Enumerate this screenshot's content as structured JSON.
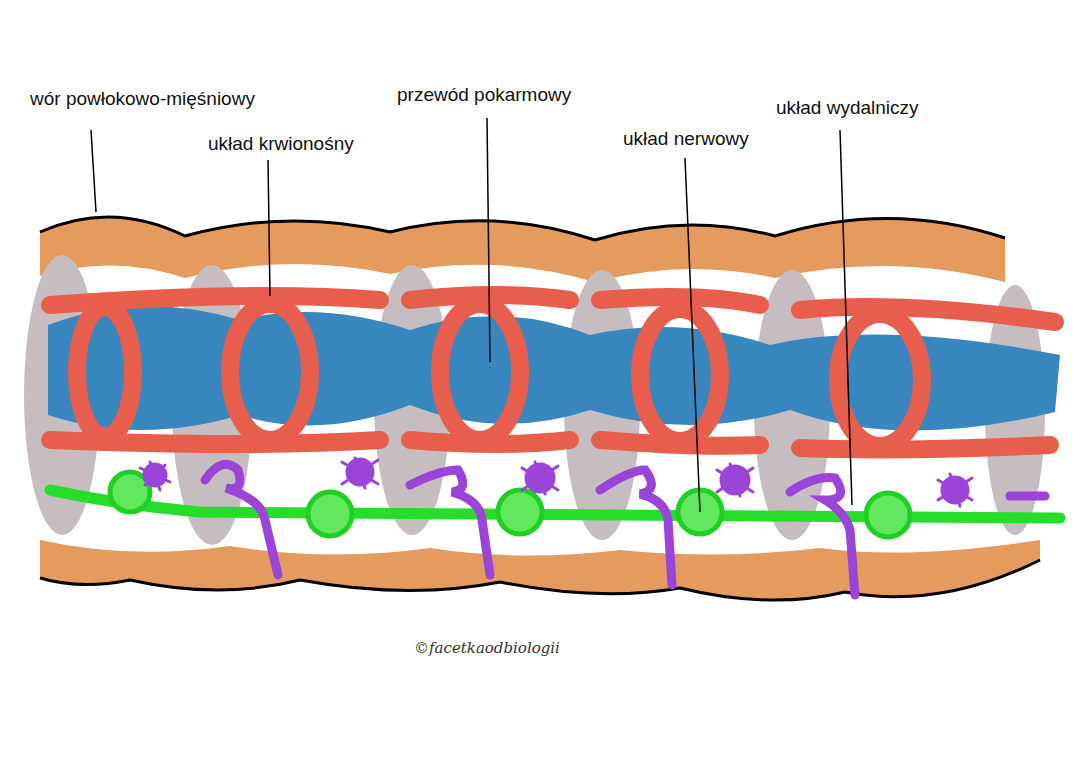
{
  "diagram": {
    "labels": [
      "wór powłokowo-mięśniowy",
      "układ krwionośny",
      "przewód pokarmowy",
      "układ nerwowy",
      "układ wydalniczy",
      "©facetkaodbiologii"
    ]
  }
}
